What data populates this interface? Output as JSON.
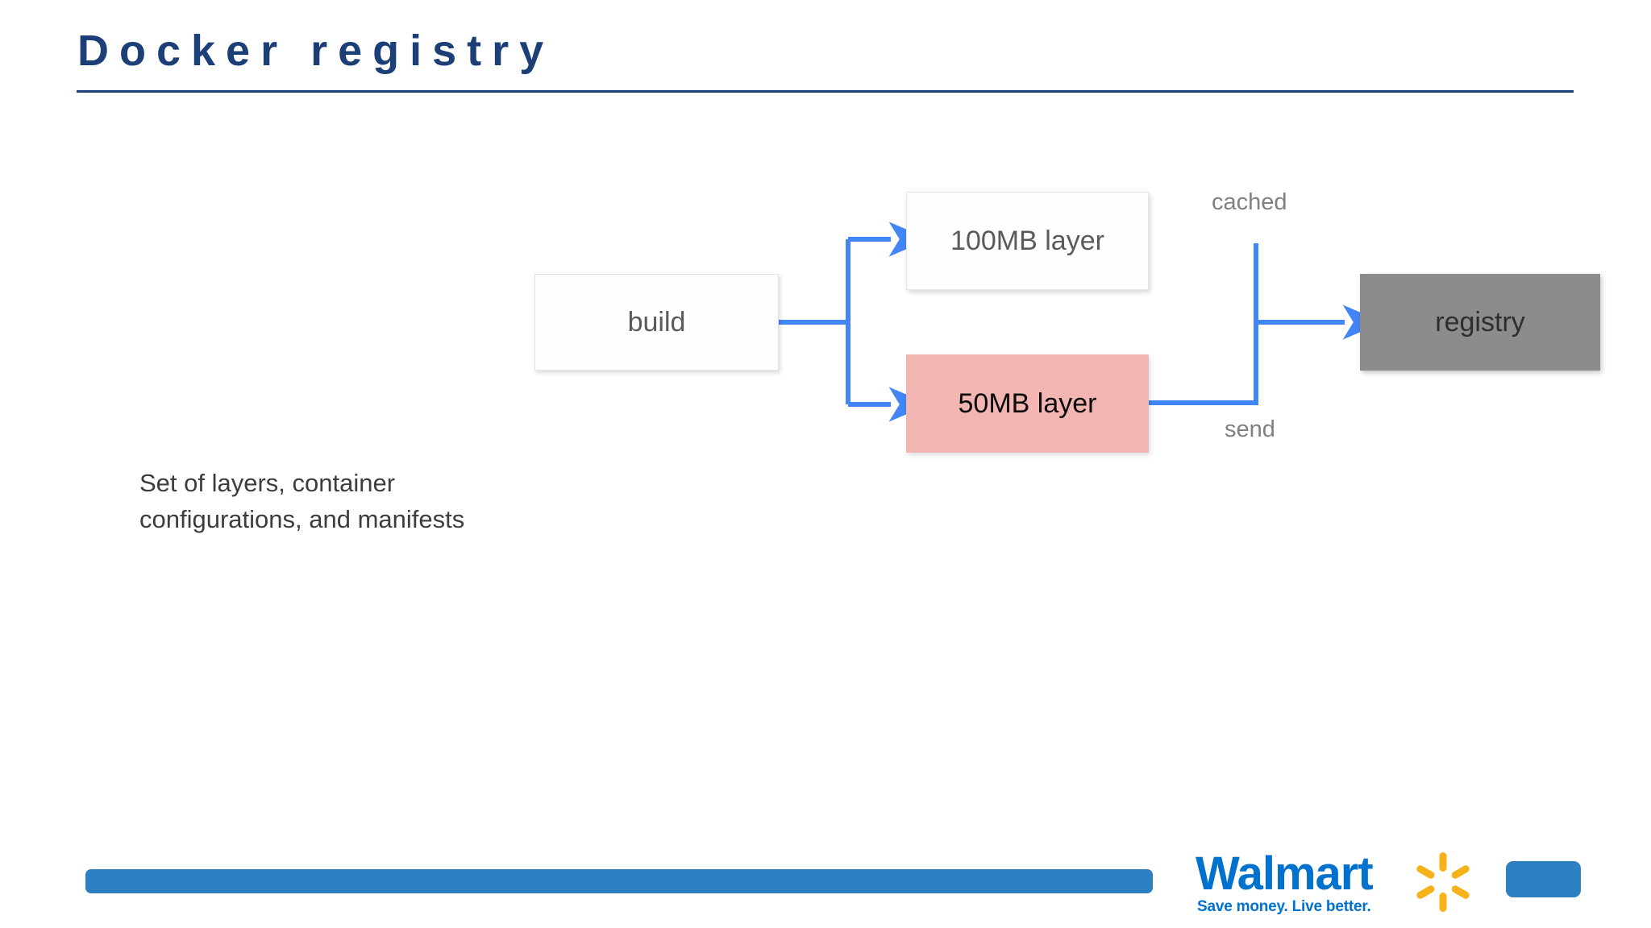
{
  "slide": {
    "title": "Docker  registry",
    "body_text": "Set of layers, container configurations, and manifests"
  },
  "diagram": {
    "type": "flow",
    "nodes": [
      {
        "id": "build",
        "label": "build",
        "fill": "#fefefe",
        "text_color": "#5a5a5a"
      },
      {
        "id": "layer100",
        "label": "100MB layer",
        "fill": "#fefefe",
        "text_color": "#5a5a5a"
      },
      {
        "id": "layer50",
        "label": "50MB layer",
        "fill": "#f3b5b1",
        "text_color": "#0a0a0a"
      },
      {
        "id": "registry",
        "label": "registry",
        "fill": "#8c8c8c",
        "text_color": "#2e2e2e"
      }
    ],
    "edges": [
      {
        "from": "build",
        "to": "layer100",
        "label": ""
      },
      {
        "from": "build",
        "to": "layer50",
        "label": ""
      },
      {
        "from": "layer100",
        "to": "registry",
        "label": "cached"
      },
      {
        "from": "layer50",
        "to": "registry",
        "label": "send"
      }
    ],
    "edge_color": "#4285f4"
  },
  "footer": {
    "brand": "Walmart",
    "tagline": "Save money. Live better.",
    "bar_color": "#2d80c2",
    "spark_color": "#f8b219",
    "brand_color": "#0071ce"
  },
  "theme": {
    "title_color": "#1b3f76",
    "background": "#ffffff"
  }
}
